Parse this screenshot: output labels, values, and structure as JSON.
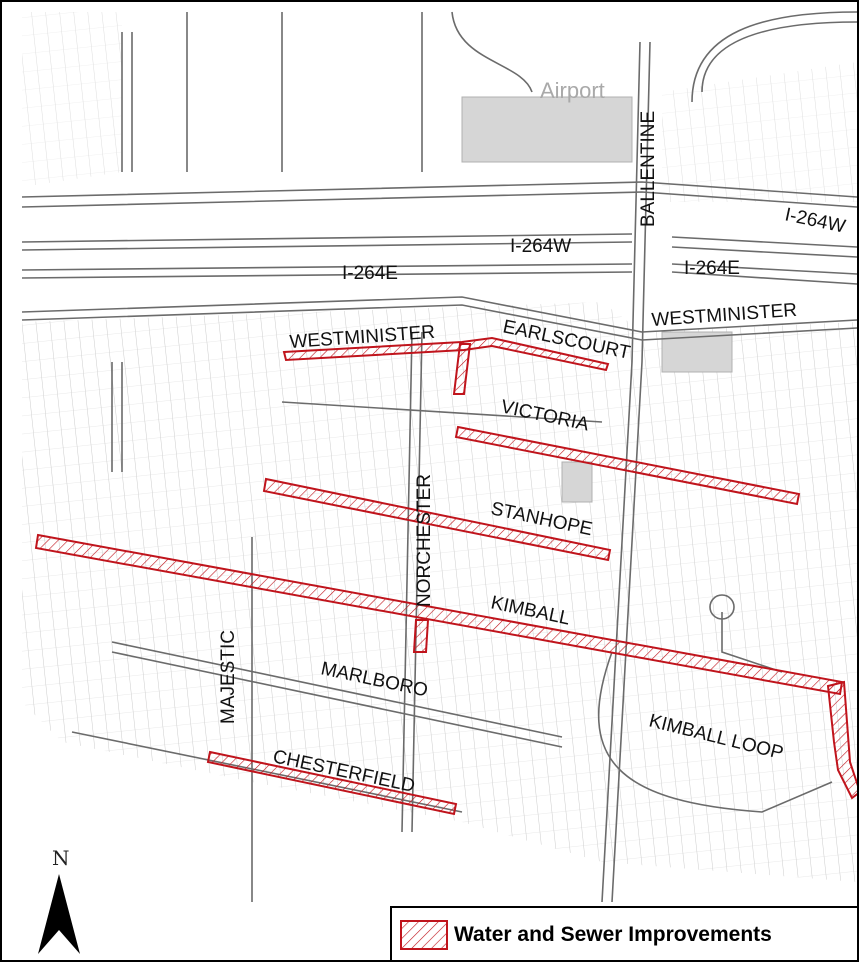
{
  "map": {
    "north_label": "N",
    "legend_label": "Water and Sewer Improvements",
    "landmarks": {
      "airport": "Airport"
    },
    "streets": {
      "ballentine": "BALLENTINE",
      "i264w_east": "I-264W",
      "i264w_mid": "I-264W",
      "i264e_west": "I-264E",
      "i264e_east": "I-264E",
      "westminister_east": "WESTMINISTER",
      "westminister_west": "WESTMINISTER",
      "earlscourt": "EARLSCOURT",
      "victoria": "VICTORIA",
      "norchester": "NORCHESTER",
      "stanhope": "STANHOPE",
      "kimball": "KIMBALL",
      "majestic": "MAJESTIC",
      "marlboro": "MARLBORO",
      "kimball_loop": "KIMBALL LOOP",
      "chesterfield": "CHESTERFIELD"
    },
    "colors": {
      "improvement": "#c0141c",
      "road": "#6b6b6b",
      "parcel": "#b8b8b8",
      "building": "#d6d6d6",
      "airport_label": "#a9a9a9"
    },
    "icons": {
      "north": "north-arrow-icon",
      "legend": "hatched-swatch-icon"
    }
  }
}
